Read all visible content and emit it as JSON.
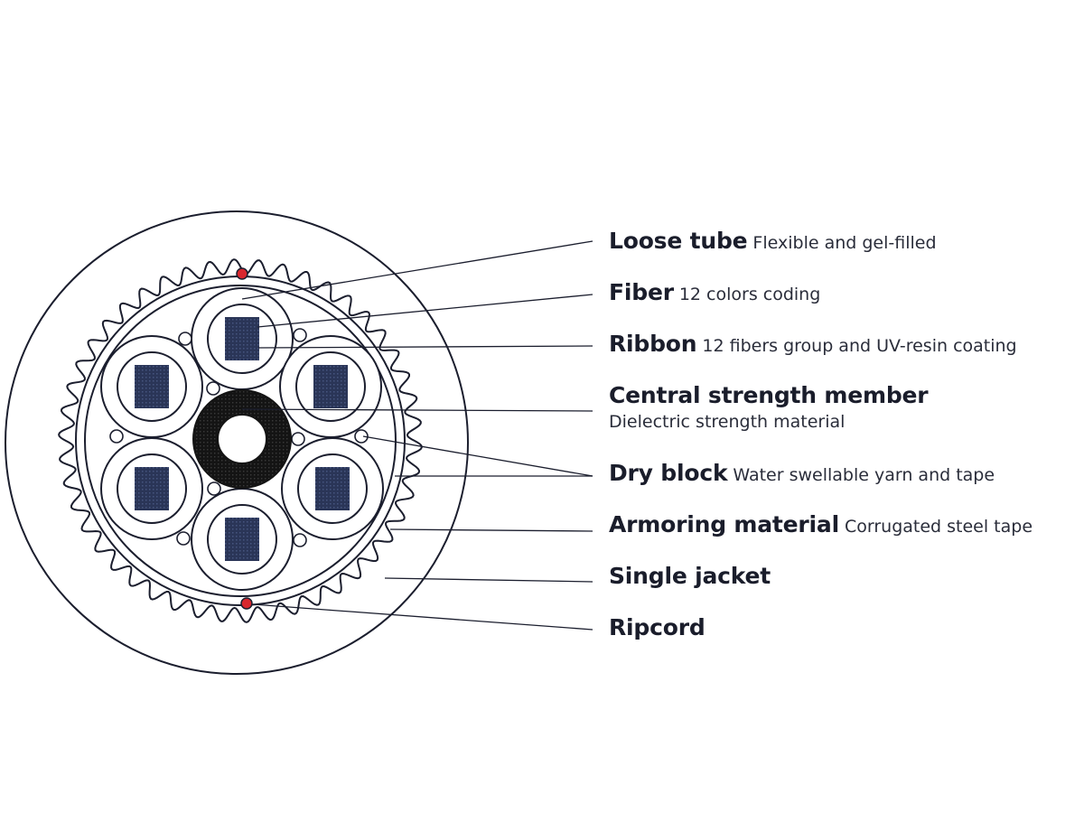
{
  "labels": {
    "loose_tube": {
      "term": "Loose tube",
      "desc": "Flexible and gel-filled"
    },
    "fiber": {
      "term": "Fiber",
      "desc": "12 colors coding"
    },
    "ribbon": {
      "term": "Ribbon",
      "desc": "12 fibers group and UV-resin coating"
    },
    "central_strength_member": {
      "term": "Central strength member",
      "desc": "Dielectric strength material"
    },
    "dry_block": {
      "term": "Dry block",
      "desc": "Water swellable yarn and tape"
    },
    "armoring_material": {
      "term": "Armoring material",
      "desc": "Corrugated steel tape"
    },
    "single_jacket": {
      "term": "Single jacket"
    },
    "ripcord": {
      "term": "Ripcord"
    }
  },
  "colors": {
    "line": "#1b1e2e",
    "ribbon_fill": "#2a3557",
    "core": "#141414",
    "ripcord": "#d9272e"
  }
}
